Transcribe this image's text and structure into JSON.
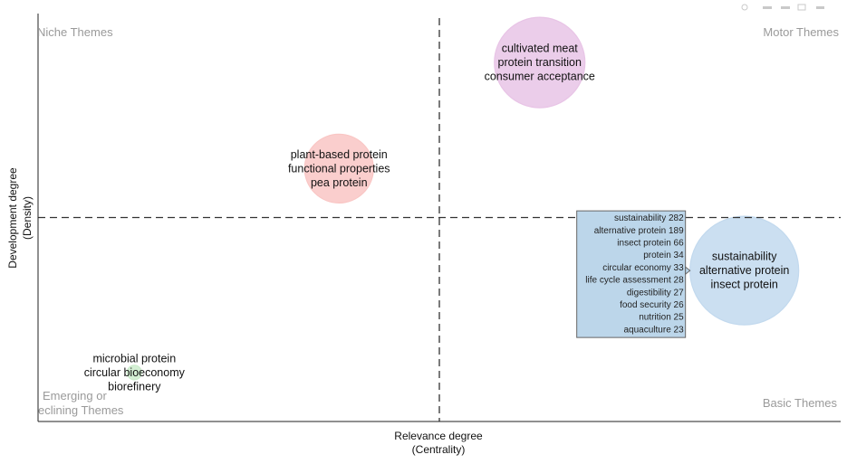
{
  "chart_data": {
    "type": "scatter",
    "title": "",
    "xlabel": [
      "Relevance degree",
      "(Centrality)"
    ],
    "ylabel": [
      "Development degree",
      "(Density)"
    ],
    "xlim": [
      0,
      100
    ],
    "ylim": [
      0,
      100
    ],
    "divider": {
      "x": 50,
      "y": 50
    },
    "quadrants": {
      "top_left": "Niche Themes",
      "top_right": "Motor Themes",
      "bottom_left": [
        "Emerging or",
        "eclining Themes"
      ],
      "bottom_right": "Basic Themes"
    },
    "clusters": [
      {
        "x": 62.5,
        "y": 88,
        "size": 50,
        "color": "#e8c4e6",
        "labels": [
          "cultivated meat",
          "protein transition",
          "consumer acceptance"
        ]
      },
      {
        "x": 37.5,
        "y": 62,
        "size": 38,
        "color": "#f9c6c4",
        "labels": [
          "plant-based protein",
          "functional properties",
          "pea protein"
        ]
      },
      {
        "x": 88,
        "y": 37,
        "size": 60,
        "color": "#c2d9ee",
        "labels": [
          "sustainability",
          "alternative protein",
          "insect protein"
        ]
      },
      {
        "x": 12,
        "y": 12,
        "size": 8,
        "color": "#cdeccd",
        "labels": [
          "microbial protein",
          "circular bioeconomy",
          "biorefinery"
        ]
      }
    ],
    "tooltip": {
      "cluster": "sustainability",
      "color": "#bcd6ea",
      "items": [
        "sustainability 282",
        "alternative protein 189",
        "insect protein 66",
        "protein 34",
        "circular economy 33",
        "life cycle assessment 28",
        "digestibility 27",
        "food security 26",
        "nutrition 25",
        "aquaculture 23"
      ]
    }
  }
}
